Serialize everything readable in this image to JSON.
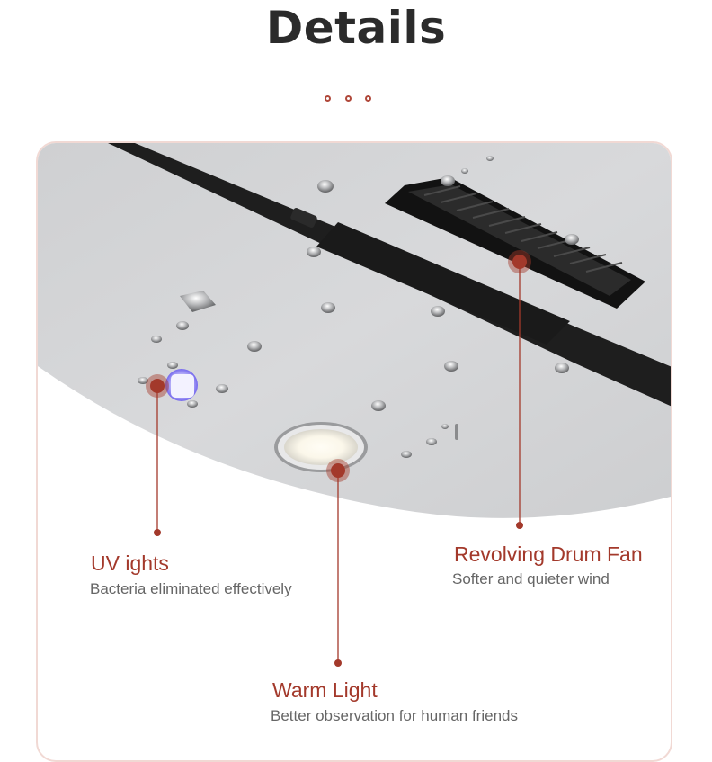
{
  "header": {
    "title": "Details"
  },
  "features": [
    {
      "title": "UV ights",
      "description": "Bacteria eliminated effectively"
    },
    {
      "title": "Revolving Drum Fan",
      "description": "Softer and quieter wind"
    },
    {
      "title": "Warm Light",
      "description": "Better observation for human friends"
    }
  ],
  "colors": {
    "accent": "#a3392b",
    "card_border": "#f1d9d4",
    "panel": "#d3d4d6",
    "title": "#2b2b2b"
  },
  "icons": [
    "ring-dot-icon"
  ]
}
